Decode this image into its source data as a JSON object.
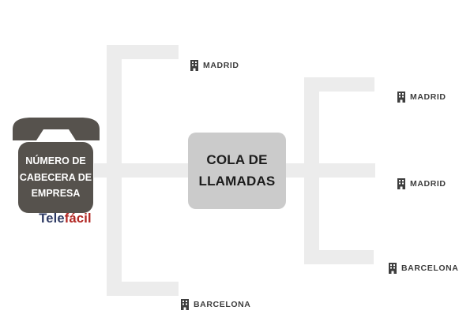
{
  "diagram_title": "Cola de llamadas routing diagram",
  "colors": {
    "background": "#ffffff",
    "connector_bar": "#ececec",
    "queue_box_bg": "#cbcbcb",
    "queue_box_text": "#1c1c1c",
    "phone_icon": "#56524d",
    "phone_label_text": "#ffffff",
    "destination_label_text": "#3e3e3e",
    "brand_blue": "#2e3a63",
    "brand_red": "#b12622"
  },
  "phone_node": {
    "label": "NÚMERO DE\nCABECERA DE\nEMPRESA",
    "icon": "phone-handset-icon"
  },
  "brand": {
    "part_blue": "Tele",
    "part_red": "fácil"
  },
  "queue_node": {
    "line1": "COLA DE",
    "line2": "LLAMADAS"
  },
  "destinations": {
    "icon": "building-icon",
    "left_madrid": "MADRID",
    "left_barcelona": "BARCELONA",
    "right_madrid_top": "MADRID",
    "right_madrid_mid": "MADRID",
    "right_barcelona": "BARCELONA"
  }
}
